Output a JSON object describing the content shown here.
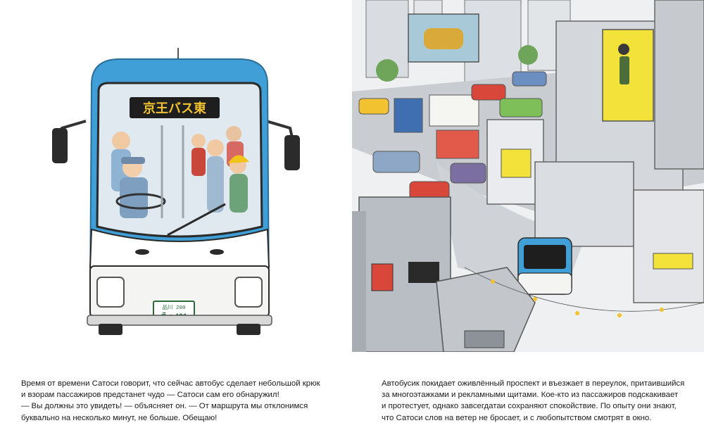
{
  "left_page": {
    "illustration": {
      "bus_destination_sign": "京王バス東",
      "plate_top": "品川 200",
      "plate_bottom": "え・401"
    },
    "caption_lines": [
      "Время от времени Сатоси говорит, что сейчас автобус сделает небольшой крюк",
      "и взорам пассажиров предстанет чудо — Сатоси сам его обнаружил!",
      "— Вы должны это увидеть! — объясняет он. — От маршрута мы отклонимся",
      "буквально на несколько минут, не больше. Обещаю!"
    ]
  },
  "right_page": {
    "caption_lines": [
      "Автобусик покидает оживлённый проспект и въезжает в переулок, притаившийся",
      "за многоэтажками и рекламными щитами. Кое-кто из пассажиров подскакивает",
      "и протестует, однако завсегдатаи сохраняют спокойствие. По опыту они знают,",
      "что Сатоси слов на ветер не бросает, и с любопытством смотрят в окно."
    ]
  },
  "colors": {
    "bus_blue": "#3f9fd6",
    "bus_white": "#f4f4f2",
    "sign_amber": "#f2c230",
    "billboard_yellow": "#f3e23a",
    "road_grey": "#c9cdd1",
    "car_red": "#d9473a"
  }
}
